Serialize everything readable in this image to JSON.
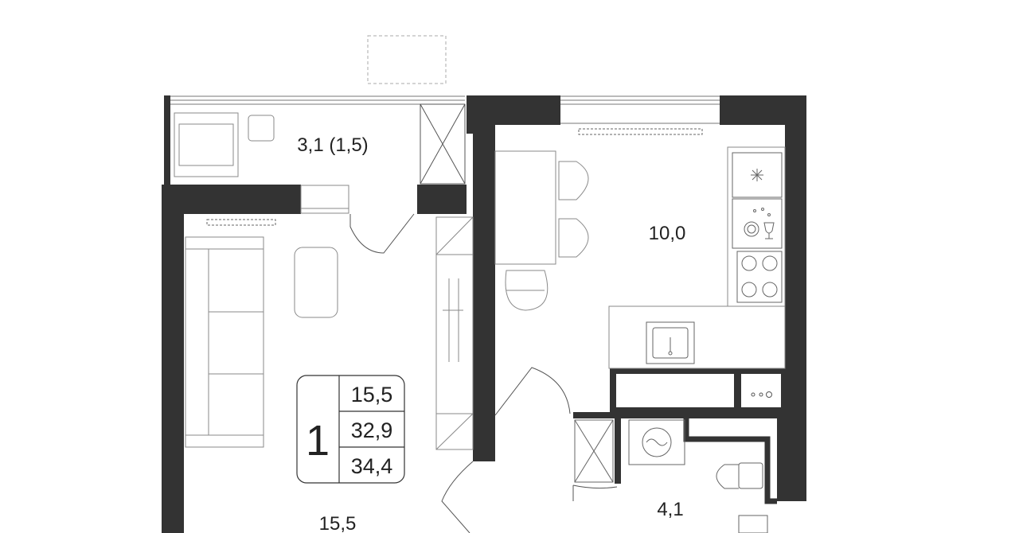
{
  "colors": {
    "wall": "#333333",
    "line": "#555555",
    "furniture": "#8a8a8a",
    "background": "#ffffff"
  },
  "rooms": {
    "balcony": {
      "area": "3,1 (1,5)"
    },
    "kitchen": {
      "area": "10,0"
    },
    "bathroom": {
      "area": "4,1"
    },
    "living": {
      "area": "15,5"
    }
  },
  "info_box": {
    "rooms_count": "1",
    "living_area": "15,5",
    "total_area": "32,9",
    "total_with_balcony": "34,4"
  },
  "icons": [
    "hob-icon",
    "dishwasher-icon",
    "stove-icon",
    "sink-icon",
    "washing-machine-icon",
    "toilet-icon",
    "wardrobe-icon"
  ]
}
